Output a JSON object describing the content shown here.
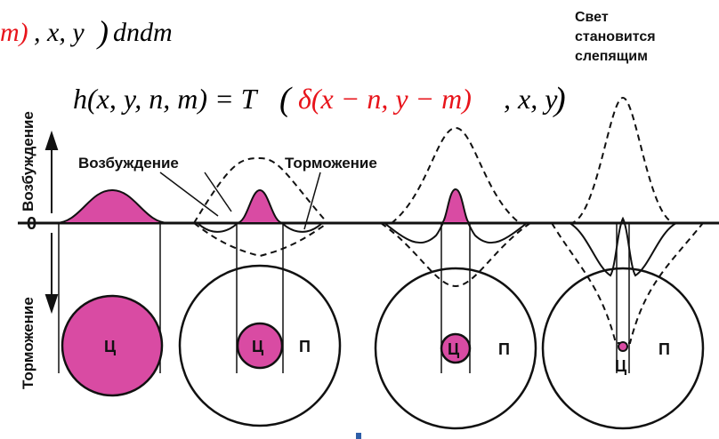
{
  "formula_top": {
    "red_part": "m)",
    "black_part": ", x, y",
    "paren": ")",
    "tail": "dndm"
  },
  "formula_main": {
    "lhs": "h(x, y, n, m) = T",
    "red_part": "δ(x − n, y − m)",
    "rhs": ", x, y",
    "open": "(",
    "close": ")"
  },
  "labels": {
    "excitation_axis": "Возбуждение",
    "inhibition_axis": "Торможение",
    "zero": "0",
    "excitation": "Возбуждение",
    "inhibition": "Торможение",
    "light_line1": "Свет",
    "light_line2": "становится",
    "light_line3": "слепящим",
    "center": "Ц",
    "periphery": "П"
  },
  "colors": {
    "magenta": "#d94ba3",
    "formula_red": "#e8141b",
    "stroke": "#111111",
    "accent_mark": "#2e5ea8"
  }
}
